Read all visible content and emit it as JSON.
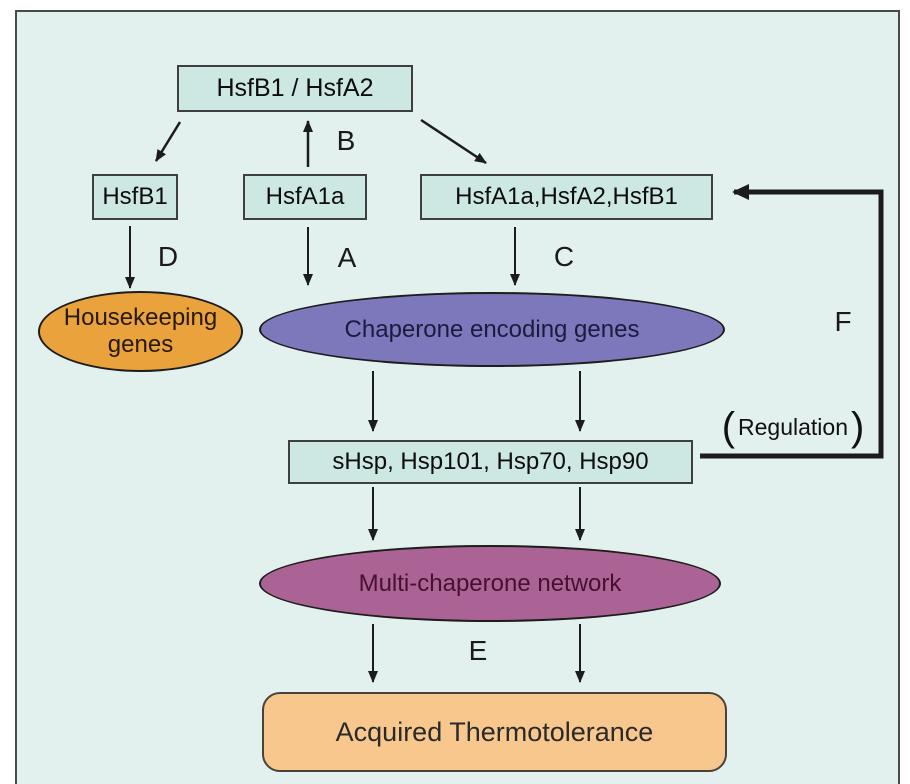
{
  "figure": {
    "nodes": {
      "top_box": "HsfB1 / HsfA2",
      "hsfb1_box": "HsfB1",
      "hsfa1a_box": "HsfA1a",
      "trio_box": "HsfA1a,HsfA2,HsfB1",
      "housekeeping_ellipse": "Housekeeping\ngenes",
      "chaperone_ellipse": "Chaperone encoding genes",
      "hsp_box": "sHsp, Hsp101, Hsp70, Hsp90",
      "network_ellipse": "Multi-chaperone network",
      "thermotolerance_box": "Acquired Thermotolerance"
    },
    "edge_labels": {
      "a": "A",
      "b": "B",
      "c": "C",
      "d": "D",
      "e": "E",
      "f": "F"
    },
    "feedback": {
      "bracket_open": "(",
      "label": "Regulation",
      "bracket_close": ")"
    },
    "colors": {
      "panel_background": "#e3f1ee",
      "panel_border": "#4a4a4a",
      "teal_box_fill": "#cde8e2",
      "teal_box_border": "#3f3f3f",
      "orange_ellipse_fill": "#e9a23c",
      "purple_ellipse_fill": "#7d77bc",
      "mauve_ellipse_fill": "#aa6394",
      "thermotolerance_fill": "#f7c78e",
      "arrow_color": "#1c1c1c"
    }
  }
}
